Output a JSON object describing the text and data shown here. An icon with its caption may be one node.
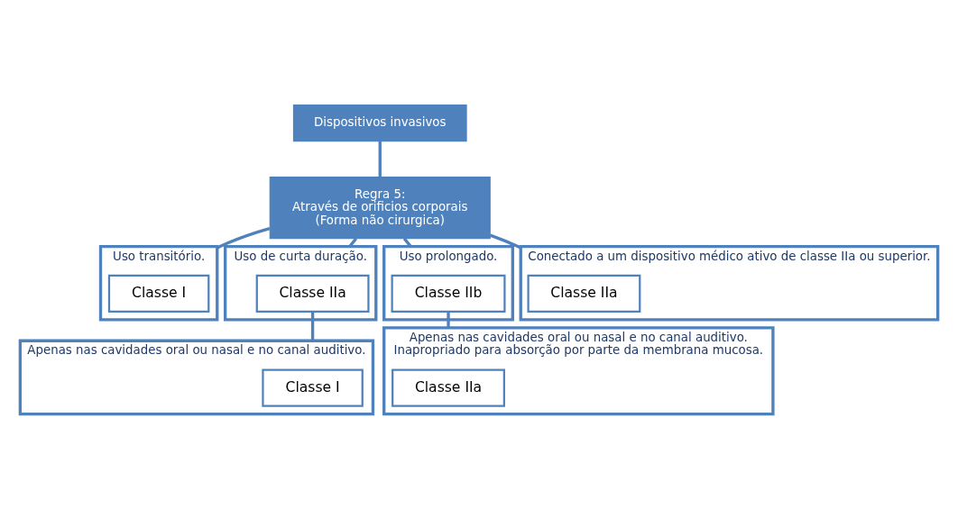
{
  "diagram": {
    "nodes": [
      {
        "text": [
          "Dispositivos invasivos"
        ]
      },
      {
        "text": [
          "Regra 5:",
          "Através de orificios corporais",
          "(Forma não cirurgica)"
        ]
      },
      {
        "text": [
          "Uso transitório."
        ]
      },
      {
        "text": [
          "Classe I"
        ],
        "in": 2
      },
      {
        "text": [
          "Uso de curta duração."
        ]
      },
      {
        "text": [
          "Classe IIa"
        ],
        "in": 4
      },
      {
        "text": [
          "Apenas nas cavidades oral ou nasal e no canal auditivo."
        ]
      },
      {
        "text": [
          "Classe I"
        ],
        "in": 6
      },
      {
        "text": [
          "Uso prolongado."
        ]
      },
      {
        "text": [
          "Classe IIb"
        ],
        "in": 8
      },
      {
        "text": [
          "Apenas nas cavidades oral ou nasal e no canal auditivo.",
          "Inapropriado para absorção por parte da membrana mucosa."
        ]
      },
      {
        "text": [
          "Classe IIa"
        ],
        "in": 10
      },
      {
        "text": [
          "Conectado a um dispositivo médico ativo de classe IIa ou superior."
        ]
      },
      {
        "text": [
          "Classe IIa"
        ],
        "in": 12
      }
    ],
    "edges": [
      {
        "from": 0,
        "to": 1,
        "arrow": "none"
      },
      {
        "from": 1,
        "to": 2,
        "arrow": "none"
      },
      {
        "from": 1,
        "to": 4,
        "arrow": "none"
      },
      {
        "from": 1,
        "to": 8,
        "arrow": "none"
      },
      {
        "from": 1,
        "to": 12,
        "arrow": "none"
      },
      {
        "from": 5,
        "to": 6,
        "arrow": "none"
      },
      {
        "from": 9,
        "to": 10,
        "arrow": "none"
      }
    ]
  }
}
